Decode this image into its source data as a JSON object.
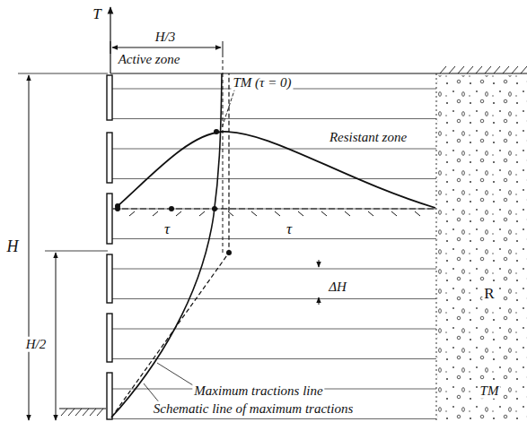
{
  "diagram": {
    "labels": [
      "T",
      "H/3",
      "Active zone",
      "TM (τ = 0)",
      "Resistant zone",
      "τ",
      "τ",
      "H",
      "ΔH",
      "H/2",
      "R",
      "Maximum tractions line",
      "Schematic line of maximum tractions",
      "TM"
    ]
  }
}
